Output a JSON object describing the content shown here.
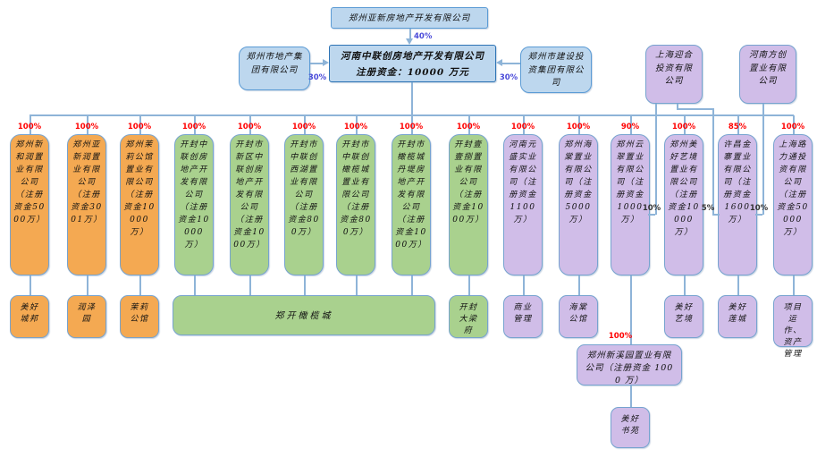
{
  "top": {
    "grandparent": {
      "name": "郑州亚新房地产开发有限公司",
      "stake": "40%"
    },
    "parent": {
      "name": "河南中联创房地产开发有限公司",
      "capital": "注册资金：10000 万元"
    },
    "left_shareholder": {
      "name": "郑州市地产集团有限公司",
      "stake": "30%"
    },
    "right_shareholder": {
      "name": "郑州市建设投资集团有限公司",
      "stake": "30%"
    },
    "minority_investors": [
      {
        "name": "上海迎合投资有限公司"
      },
      {
        "name": "河南方创置业有限公司"
      }
    ]
  },
  "subsidiaries": [
    {
      "stake": "100%",
      "name": "郑州新和润置业有限公司（注册资金5000万）",
      "project": "美好城邦",
      "color": "orange"
    },
    {
      "stake": "100%",
      "name": "郑州亚新润置业有限公司（注册资金3001万）",
      "project": "润泽园",
      "color": "orange"
    },
    {
      "stake": "100%",
      "name": "郑州茉莉公馆置业有限公司（注册资金10000万）",
      "project": "茉莉公馆",
      "color": "orange"
    },
    {
      "stake": "100%",
      "name": "开封中联创房地产开发有限公司（注册资金10000万）",
      "project": "郑开橄榄城",
      "color": "green"
    },
    {
      "stake": "100%",
      "name": "开封市新区中联创房地产开发有限公司（注册资金1000万）",
      "project": "郑开橄榄城",
      "color": "green"
    },
    {
      "stake": "100%",
      "name": "开封市中联创西湖置业有限公司（注册资金800万）",
      "project": "郑开橄榄城",
      "color": "green"
    },
    {
      "stake": "100%",
      "name": "开封市中联创橄榄城置业有限公司（注册资金800万）",
      "project": "郑开橄榄城",
      "color": "green"
    },
    {
      "stake": "100%",
      "name": "开封市橄榄城丹堤房地产开发有限公司（注册资金1000万）",
      "project": "郑开橄榄城",
      "color": "green"
    },
    {
      "stake": "100%",
      "name": "开封壹壹捌置业有限公司（注册资金1000万）",
      "project": "开封大梁府",
      "color": "green"
    },
    {
      "stake": "100%",
      "name": "河南元盛实业有限公司（注册资金1100万）",
      "project": "商业管理",
      "color": "purple"
    },
    {
      "stake": "100%",
      "name": "郑州海棠置业有限公司（注册资金5000万）",
      "project": "海棠公馆",
      "color": "purple"
    },
    {
      "stake": "90%",
      "name": "郑州云翠置业有限公司（注册资金1000万）",
      "project": "",
      "color": "purple"
    },
    {
      "stake": "100%",
      "name": "郑州美好艺境置业有限公司（注册资金10000万）",
      "project": "美好艺境",
      "color": "purple"
    },
    {
      "stake": "85%",
      "name": "许昌金寨置业有限公司（注册资金1600万）",
      "project": "美好莲城",
      "color": "purple"
    },
    {
      "stake": "100%",
      "name": "上海路力通投资有限公司（注册资金50000万）",
      "project": "项目运作、资产管理",
      "color": "purple"
    }
  ],
  "shared_project": "郑开橄榄城",
  "yuncui_chain": {
    "stake": "100%",
    "company": "郑州新溪园置业有限公司（注册资金 1000 万）",
    "project": "美好书苑"
  },
  "minority_links": [
    {
      "from": "上海迎合投资有限公司",
      "stake": "10%",
      "to": "郑州云翠置业有限公司"
    },
    {
      "from": "上海迎合投资有限公司",
      "stake": "5%",
      "to": "许昌金寨置业有限公司"
    },
    {
      "from": "河南方创置业有限公司",
      "stake": "10%",
      "to": "许昌金寨置业有限公司"
    }
  ],
  "colors": {
    "orange": "#F4A952",
    "green": "#A9D18E",
    "purple": "#D0BDE8",
    "blue": "#BDD7EE",
    "line": "#8EB4D8",
    "stake_red": "#FF0000",
    "stake_blue": "#4A4AD9"
  }
}
